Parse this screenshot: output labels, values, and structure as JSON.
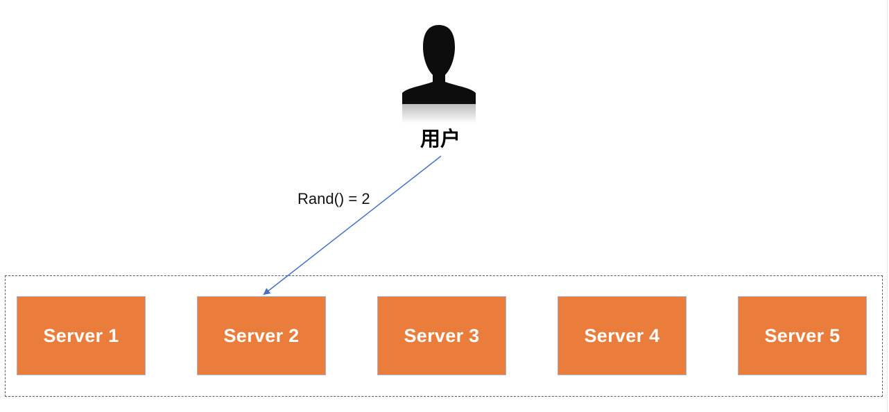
{
  "user": {
    "icon": "user-silhouette-icon",
    "label": "用户"
  },
  "edge": {
    "label": "Rand() = 2",
    "color": "#4472c4"
  },
  "servers": [
    {
      "label": "Server 1"
    },
    {
      "label": "Server 2"
    },
    {
      "label": "Server 3"
    },
    {
      "label": "Server 4"
    },
    {
      "label": "Server 5"
    }
  ],
  "colors": {
    "server_fill": "#eb7d3c",
    "server_border": "#a9b4c6",
    "group_border": "#4a5a78",
    "text_on_server": "#ffffff"
  }
}
